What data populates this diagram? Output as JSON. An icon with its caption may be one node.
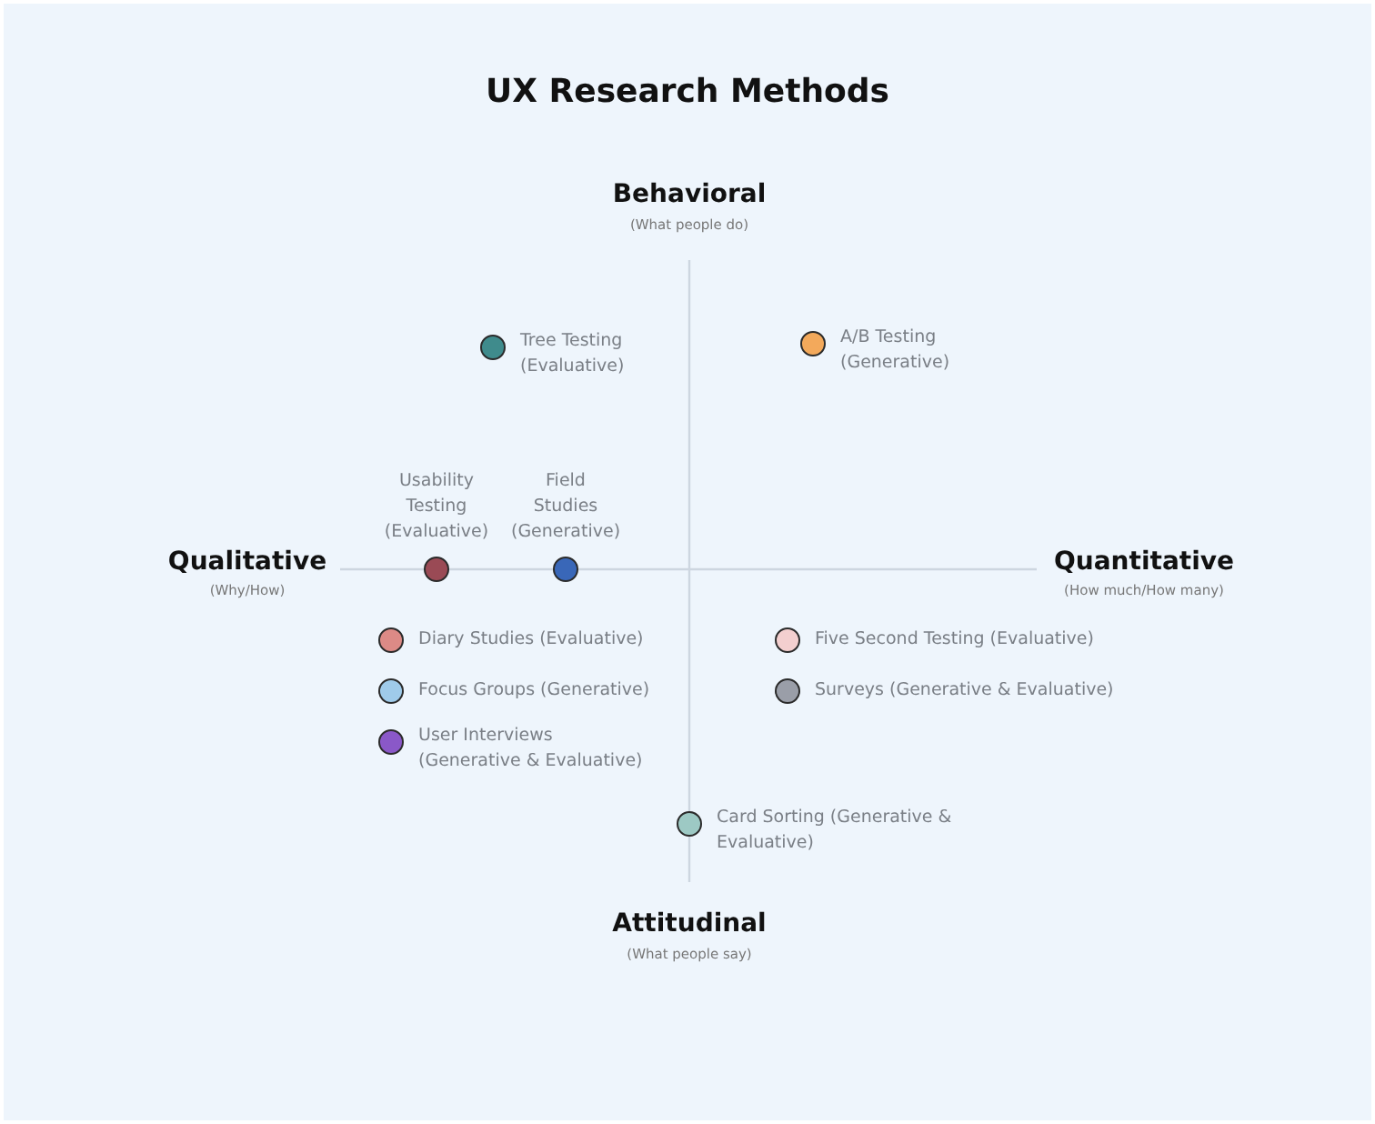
{
  "diagram": {
    "title": "UX Research Methods",
    "nodes": [
      {
        "text": [],
        "shape": "circle",
        "beside": [
          "Tree Testing (Evaluative)"
        ]
      },
      {
        "text": [],
        "shape": "circle",
        "beside": [
          "A/B Testing (Generative)"
        ]
      },
      {
        "text": [],
        "shape": "circle",
        "beside": [
          "Usability Testing (Evaluative)"
        ]
      },
      {
        "text": [],
        "shape": "circle",
        "beside": [
          "Field Studies (Generative)"
        ]
      },
      {
        "text": [],
        "shape": "circle",
        "beside": [
          "Diary Studies (Evaluative)"
        ]
      },
      {
        "text": [],
        "shape": "circle",
        "beside": [
          "Five Second Testing (Evaluative)"
        ]
      },
      {
        "text": [],
        "shape": "circle",
        "beside": [
          "Focus Groups (Generative)"
        ]
      },
      {
        "text": [],
        "shape": "circle",
        "beside": [
          "Surveys (Generative & Evaluative)"
        ]
      },
      {
        "text": [],
        "shape": "circle",
        "beside": [
          "User Interviews (Generative & Evaluative)"
        ]
      },
      {
        "text": [],
        "shape": "circle",
        "beside": [
          "Card Sorting (Generative & Evaluative)"
        ]
      }
    ],
    "edges": [],
    "labels": [
      "Behavioral",
      "(What people do)",
      "Qualitative",
      "(Why/How)",
      "Quantitative",
      "(How much/How many)",
      "Attitudinal",
      "(What people say)"
    ]
  }
}
